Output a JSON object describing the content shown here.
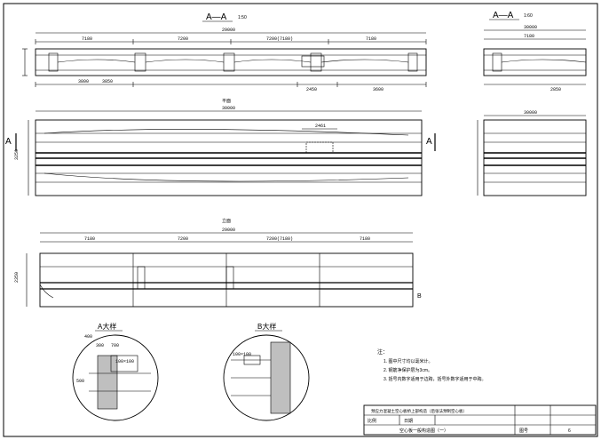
{
  "section_aa_main": {
    "title": "A—A",
    "scale": "1:50"
  },
  "section_aa_side": {
    "title": "A—A",
    "scale": "1:60"
  },
  "top_dims": {
    "total": "29000",
    "spans": [
      "7180",
      "7200",
      "7200(7180)",
      "7180"
    ],
    "side_total": "30000",
    "side_span": "7180"
  },
  "elevation_dims": [
    "3800",
    "3850",
    "2450",
    "3600",
    "2850"
  ],
  "plan_view": {
    "label": "平面",
    "total": "30000",
    "side_total": "30000"
  },
  "lower_plan": {
    "label": "立面",
    "total": "29000",
    "spans": [
      "7180",
      "7200",
      "7200(7180)",
      "7180"
    ]
  },
  "mid_dims": [
    "2461",
    "3250",
    "2350"
  ],
  "detail_a": {
    "title": "A大样",
    "dims": [
      "400",
      "300",
      "700",
      "100×100",
      "500"
    ]
  },
  "detail_b": {
    "title": "B大样",
    "dims": [
      "100×100"
    ]
  },
  "section_markers": {
    "a_left": "A",
    "a_right": "A",
    "b": "B"
  },
  "notes": {
    "heading": "注：",
    "items": [
      "1. 图中尺寸均以毫米计。",
      "2. 钢筋净保护层为3cm。",
      "3. 括号内数字适用于边跨，括号外数字适用于中跨。"
    ]
  },
  "title_block": {
    "project": "预应力混凝土空心板桥上部构造（后张法预制空心板）",
    "drawing": "空心板一般构造图（一）",
    "field_scale": "比例",
    "field_date": "日期",
    "sheet_label": "图号",
    "sheet_no": "6"
  }
}
